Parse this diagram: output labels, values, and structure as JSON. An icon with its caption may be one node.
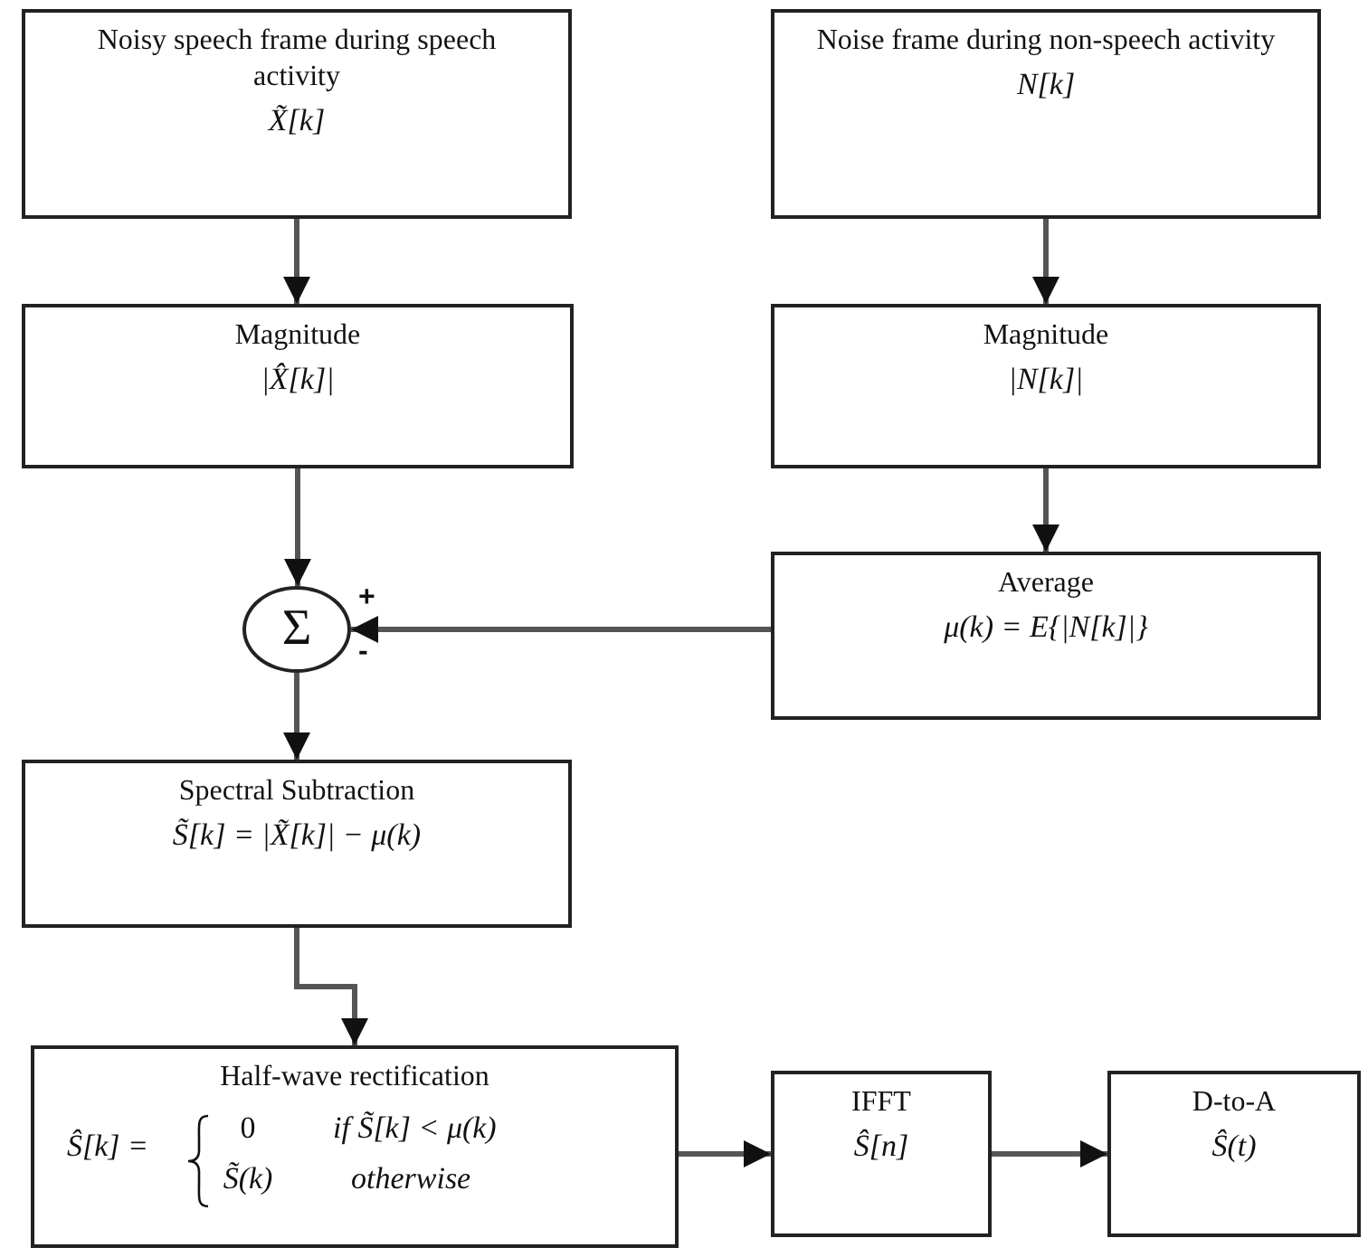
{
  "diagram": {
    "nodes": [
      {
        "text": [
          "Noisy speech frame during speech activity",
          "X̃[k]"
        ]
      },
      {
        "text": [
          "Noise frame during non-speech activity",
          "N[k]"
        ]
      },
      {
        "text": [
          "Magnitude",
          "|X̂[k]|"
        ]
      },
      {
        "text": [
          "Magnitude",
          "|N[k]|"
        ]
      },
      {
        "text": [
          "Average",
          "μ(k) = E{|N[k]|}"
        ]
      },
      {
        "text": [
          "Σ"
        ]
      },
      {
        "text": [
          "Spectral Subtraction",
          "S̃[k] = |X̃[k]| − μ(k)"
        ]
      },
      {
        "text": [
          "Half-wave rectification",
          "Ŝ[k] =",
          "0",
          "if S̃[k] < μ(k)",
          "S̃(k)",
          "otherwise"
        ]
      },
      {
        "text": [
          "IFFT",
          "Ŝ[n]"
        ]
      },
      {
        "text": [
          "D-to-A",
          "Ŝ(t)"
        ]
      }
    ],
    "edges": [
      {
        "from": 0,
        "to": 2,
        "arrow": "to"
      },
      {
        "from": 1,
        "to": 3,
        "arrow": "to"
      },
      {
        "from": 3,
        "to": 4,
        "arrow": "to"
      },
      {
        "from": 2,
        "to": 5,
        "arrow": "to"
      },
      {
        "from": 4,
        "to": 5,
        "arrow": "to"
      },
      {
        "from": 5,
        "to": 6,
        "arrow": "to"
      },
      {
        "from": 6,
        "to": 7,
        "arrow": "to"
      },
      {
        "from": 7,
        "to": 8,
        "arrow": "to"
      },
      {
        "from": 8,
        "to": 9,
        "arrow": "to"
      }
    ],
    "labels": [
      "+",
      "-"
    ]
  }
}
